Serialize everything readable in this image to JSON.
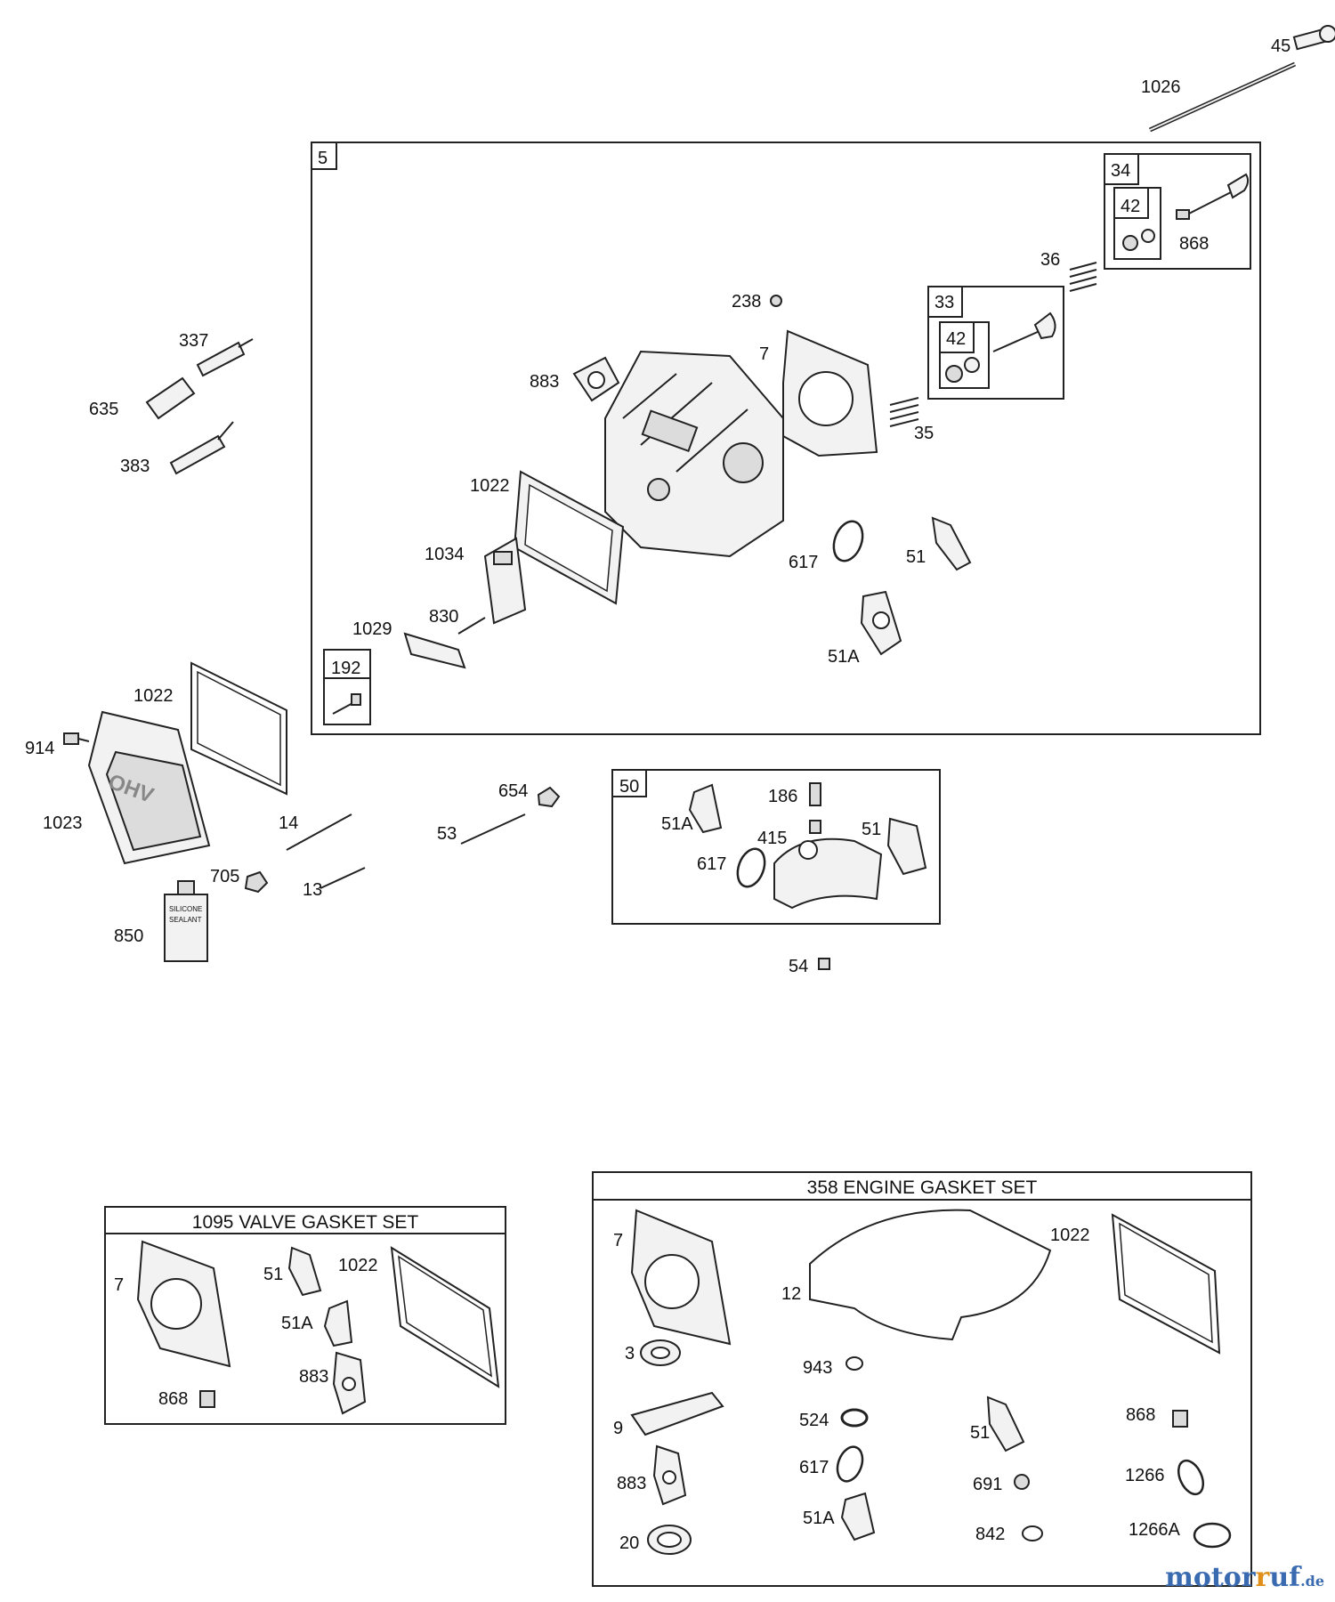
{
  "labels": {
    "l45": "45",
    "l1026": "1026",
    "l5": "5",
    "l34": "34",
    "l42a": "42",
    "l868a": "868",
    "l36": "36",
    "l238": "238",
    "l33": "33",
    "l42b": "42",
    "l337": "337",
    "l7a": "7",
    "l883a": "883",
    "l635": "635",
    "l35": "35",
    "l383": "383",
    "l1022a": "1022",
    "l617a": "617",
    "l51a": "51",
    "l1034": "1034",
    "l830": "830",
    "l1029": "1029",
    "l51Aa": "51A",
    "l192": "192",
    "l1022b": "1022",
    "l914": "914",
    "l1023": "1023",
    "l14": "14",
    "l654": "654",
    "l50": "50",
    "l186": "186",
    "l51Ab": "51A",
    "l415": "415",
    "l51b": "51",
    "l53": "53",
    "l617b": "617",
    "l705": "705",
    "l13": "13",
    "l850": "850",
    "l54": "54"
  },
  "valve_set": {
    "title": "1095 VALVE GASKET SET",
    "labels": {
      "v7": "7",
      "v51": "51",
      "v1022": "1022",
      "v51A": "51A",
      "v883": "883",
      "v868": "868"
    }
  },
  "engine_set": {
    "title": "358 ENGINE GASKET SET",
    "labels": {
      "e7": "7",
      "e1022": "1022",
      "e12": "12",
      "e3": "3",
      "e943": "943",
      "e9": "9",
      "e524": "524",
      "e51": "51",
      "e868": "868",
      "e883": "883",
      "e617": "617",
      "e691": "691",
      "e1266": "1266",
      "e20": "20",
      "e51A": "51A",
      "e842": "842",
      "e1266A": "1266A"
    }
  },
  "sealant_text": [
    "SILICONE",
    "SEALANT"
  ],
  "watermark": {
    "part1": "motor",
    "part2": "uf",
    "part3": ".de",
    "r": "r"
  }
}
